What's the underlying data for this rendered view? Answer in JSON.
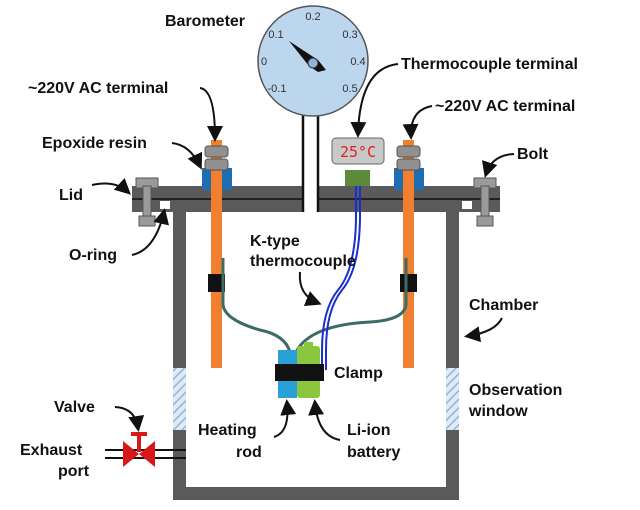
{
  "labels": {
    "barometer": "Barometer",
    "thermocouple_terminal": "Thermocouple terminal",
    "ac_terminal_left": "~220V AC terminal",
    "ac_terminal_right": "~220V AC terminal",
    "epoxide_resin": "Epoxide resin",
    "bolt": "Bolt",
    "lid": "Lid",
    "o_ring": "O-ring",
    "k_type_line1": "K-type",
    "k_type_line2": "thermocouple",
    "chamber": "Chamber",
    "clamp": "Clamp",
    "observation_line1": "Observation",
    "observation_line2": "window",
    "valve": "Valve",
    "exhaust_line1": "Exhaust",
    "exhaust_line2": "port",
    "heating_line1": "Heating",
    "heating_line2": "rod",
    "battery_line1": "Li-ion",
    "battery_line2": "battery"
  },
  "barometer": {
    "ticks": [
      "0.2",
      "0.1",
      "0.3",
      "0",
      "0.4",
      "-0.1",
      "0.5"
    ],
    "reading": 0.1
  },
  "thermometer_display": "25°C",
  "colors": {
    "chamber": "#5a5a5a",
    "rod": "#f08030",
    "resin": "#1f6fb0",
    "nut": "#909090",
    "gauge_face": "#bcd6ee",
    "thermocouple_wire": "#1a2fd0",
    "heater_wire": "#3f6b66",
    "terminal_block": "#5a8a3a",
    "heating_rod": "#2aa0d8",
    "battery": "#8cc63f",
    "valve": "#d81818",
    "window": "#a8c8e8"
  }
}
